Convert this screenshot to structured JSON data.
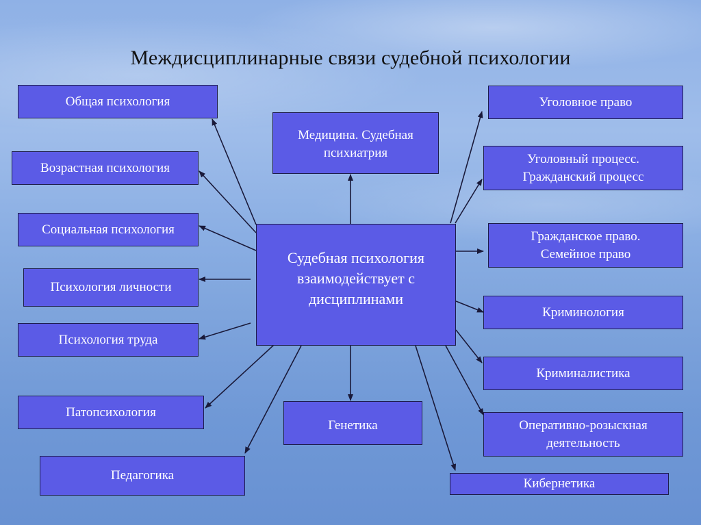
{
  "title": "Междисциплинарные связи судебной психологии",
  "center": {
    "lines": [
      "Судебная психология",
      "взаимодействует с",
      "дисциплинами"
    ]
  },
  "nodes": {
    "obshchaya": {
      "lines": [
        "Общая психология"
      ]
    },
    "vozrastnaya": {
      "lines": [
        "Возрастная психология"
      ]
    },
    "socialnaya": {
      "lines": [
        "Социальная психология"
      ]
    },
    "lichnosti": {
      "lines": [
        "Психология личности"
      ]
    },
    "truda": {
      "lines": [
        "Психология труда"
      ]
    },
    "patopsikhologiya": {
      "lines": [
        "Патопсихология"
      ]
    },
    "pedagogika": {
      "lines": [
        "Педагогика"
      ]
    },
    "medicina": {
      "lines": [
        "Медицина. Судебная",
        "психиатрия"
      ]
    },
    "genetika": {
      "lines": [
        "Генетика"
      ]
    },
    "ugolovnoe": {
      "lines": [
        "Уголовное право"
      ]
    },
    "process": {
      "lines": [
        "Уголовный процесс.",
        "Гражданский процесс"
      ]
    },
    "grazhdanskoe": {
      "lines": [
        "Гражданское право.",
        "Семейное право"
      ]
    },
    "kriminologiya": {
      "lines": [
        "Криминология"
      ]
    },
    "kriminalistika": {
      "lines": [
        "Криминалистика"
      ]
    },
    "ord": {
      "lines": [
        "Оперативно-розыскная",
        "деятельность"
      ]
    },
    "kibernetika": {
      "lines": [
        "Кибернетика"
      ]
    }
  },
  "colors": {
    "box_fill": "#5b5be6",
    "box_border": "#1d1d4a",
    "arrow": "#1a1a3a",
    "text": "#ffffff"
  }
}
